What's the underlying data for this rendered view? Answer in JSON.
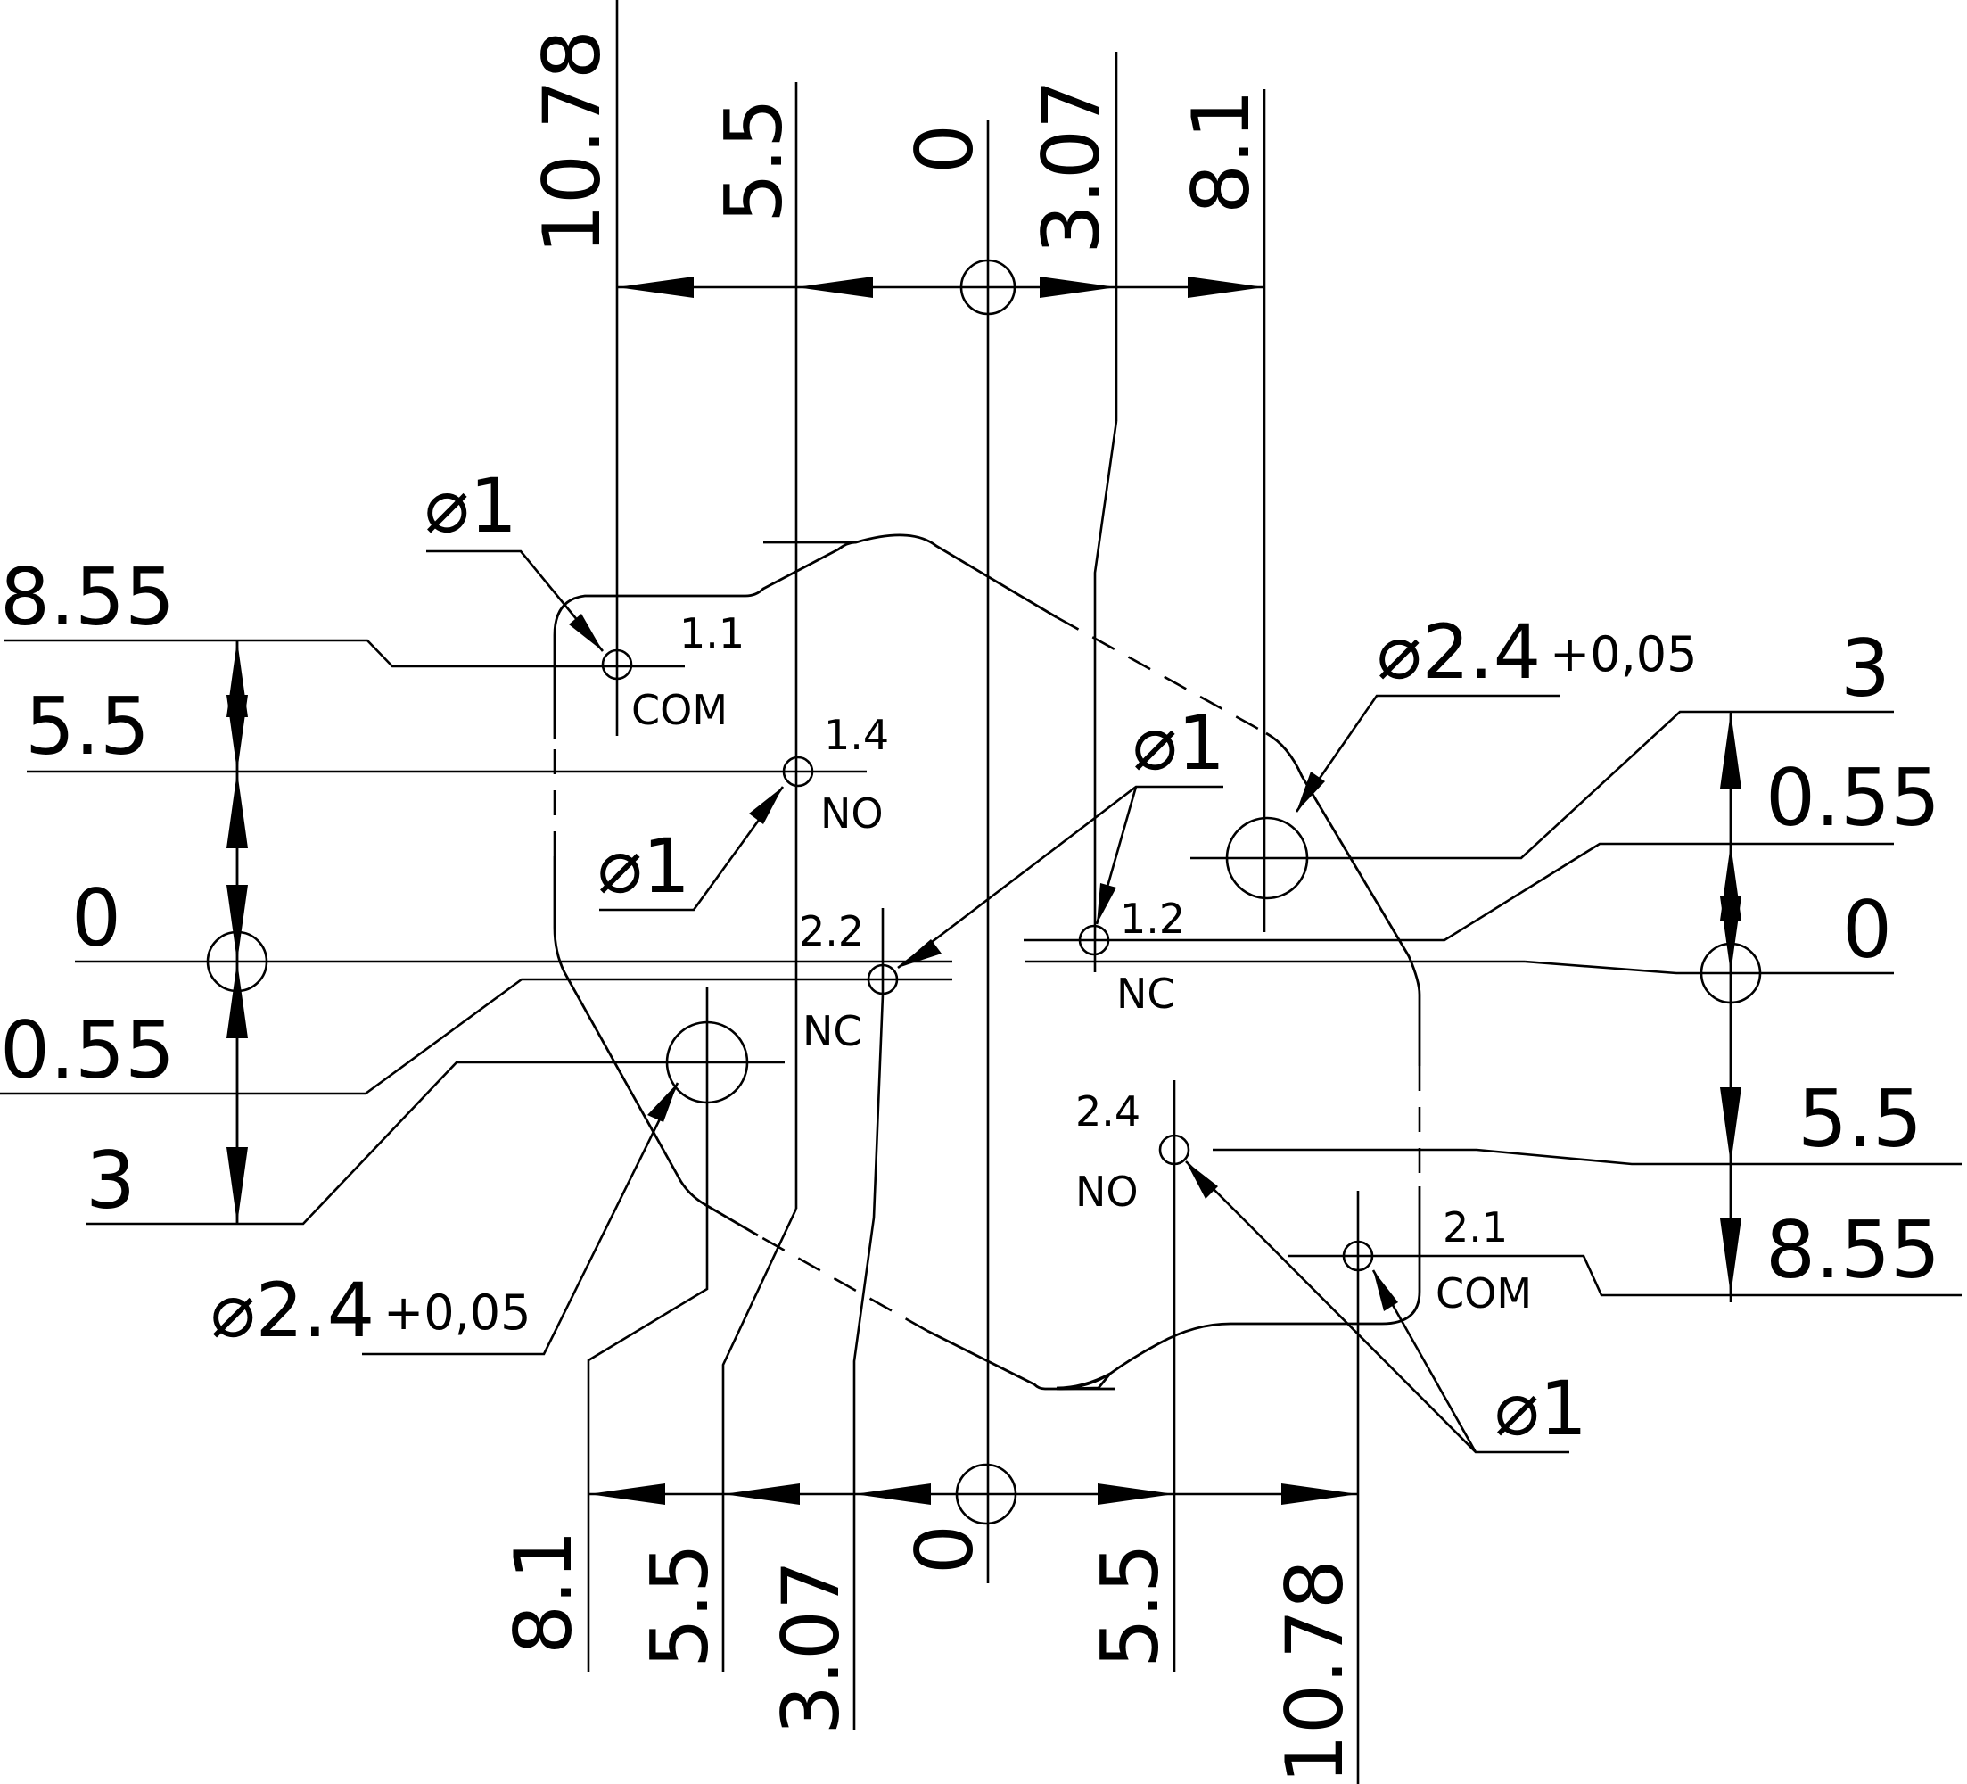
{
  "top_dims": {
    "d10_78": "10.78",
    "d5_5": "5.5",
    "d0": "0",
    "d3_07": "3.07",
    "d8_1": "8.1"
  },
  "bottom_dims": {
    "d8_1": "8.1",
    "d5_5a": "5.5",
    "d3_07": "3.07",
    "d0": "0",
    "d5_5b": "5.5",
    "d10_78": "10.78"
  },
  "left_dims": {
    "d8_55": "8.55",
    "d5_5": "5.5",
    "d0": "0",
    "d0_55": "0.55",
    "d3": "3"
  },
  "right_dims": {
    "d3": "3",
    "d0_55": "0.55",
    "d0": "0",
    "d5_5": "5.5",
    "d8_55": "8.55"
  },
  "callouts": {
    "dia1_a": "⌀1",
    "dia1_b": "⌀1",
    "dia1_c": "⌀1",
    "dia1_d": "⌀1",
    "dia2_4_a": "⌀2.4",
    "dia2_4_a_tol": "+0,05",
    "dia2_4_b": "⌀2.4",
    "dia2_4_b_tol": "+0,05"
  },
  "pins": {
    "p1_1": {
      "number": "1.1",
      "type": "COM"
    },
    "p1_4": {
      "number": "1.4",
      "type": "NO"
    },
    "p2_2": {
      "number": "2.2",
      "type": "NC"
    },
    "p1_2": {
      "number": "1.2",
      "type": "NC"
    },
    "p2_4": {
      "number": "2.4",
      "type": "NO"
    },
    "p2_1": {
      "number": "2.1",
      "type": "COM"
    }
  }
}
